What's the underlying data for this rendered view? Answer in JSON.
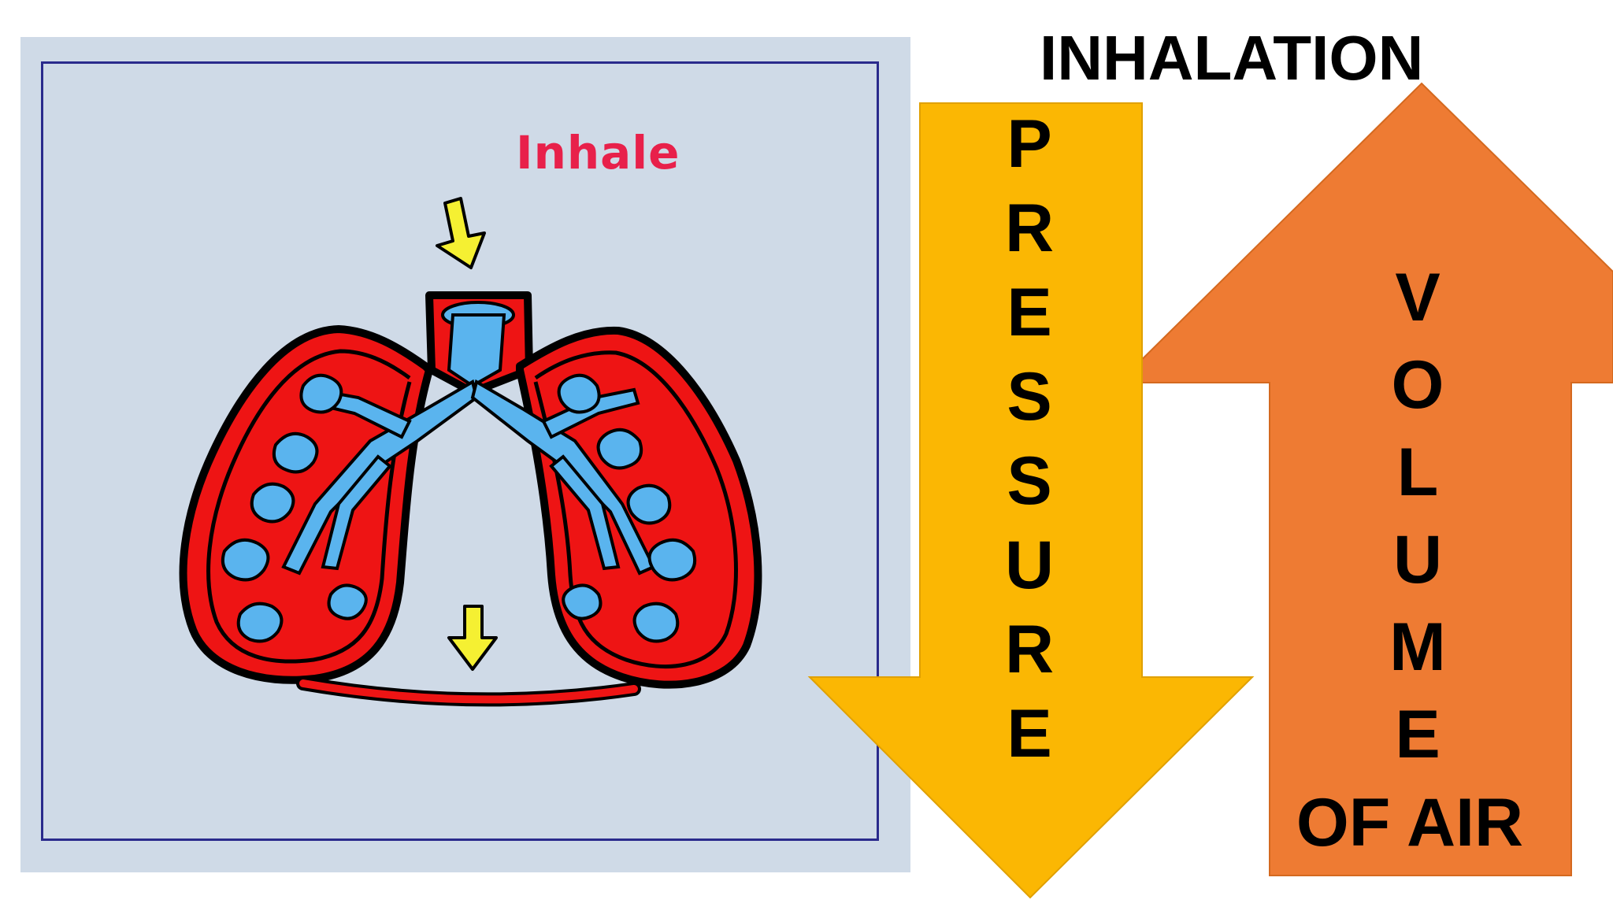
{
  "diagram": {
    "title": "INHALATION",
    "panel_label": "Inhale",
    "down_arrow_letters": [
      "P",
      "R",
      "E",
      "S",
      "S",
      "U",
      "R",
      "E"
    ],
    "up_arrow_letters": [
      "V",
      "O",
      "L",
      "U",
      "M",
      "E"
    ],
    "up_arrow_tail": "OF AIR"
  },
  "colors": {
    "panel_bg": "#cfdae7",
    "frame_border": "#2a2a8c",
    "inhale_text": "#e8204a",
    "pressure_arrow": "#fbb703",
    "volume_arrow": "#ee7b33",
    "lung_tissue": "#ee1414",
    "airways": "#5ab4ee",
    "small_arrows": "#f5f032"
  },
  "icons": [
    "lungs-icon",
    "down-arrow-icon",
    "up-arrow-icon"
  ]
}
